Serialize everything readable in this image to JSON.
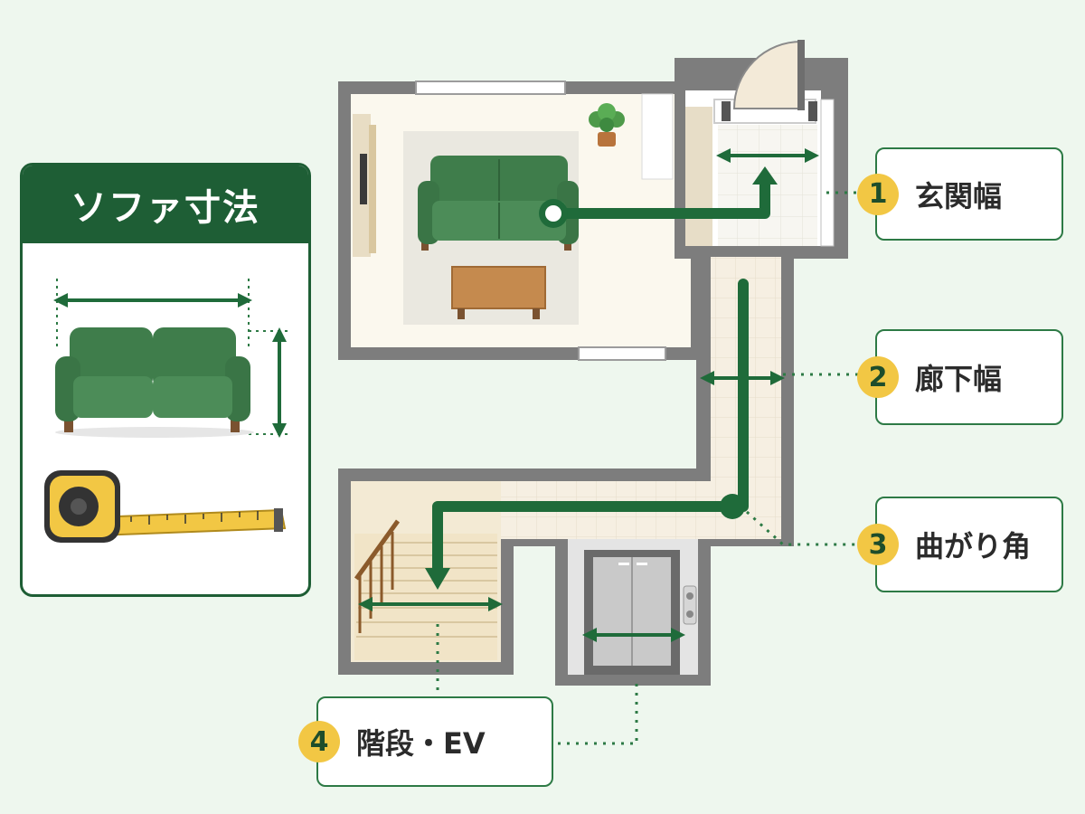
{
  "sofa_card": {
    "title": "ソファ寸法"
  },
  "callouts": [
    {
      "number": "1",
      "label": "玄関幅"
    },
    {
      "number": "2",
      "label": "廊下幅"
    },
    {
      "number": "3",
      "label": "曲がり角"
    },
    {
      "number": "4",
      "label": "階段・EV"
    }
  ],
  "colors": {
    "accent_green": "#1e5e35",
    "path_green": "#1f6b3a",
    "badge_yellow": "#f2c744",
    "wall_gray": "#7d7d7d",
    "background": "#eef7ee"
  },
  "icons": [
    "sofa-icon",
    "tape-measure-icon",
    "plant-icon",
    "door-icon",
    "stairs-icon",
    "elevator-icon"
  ]
}
